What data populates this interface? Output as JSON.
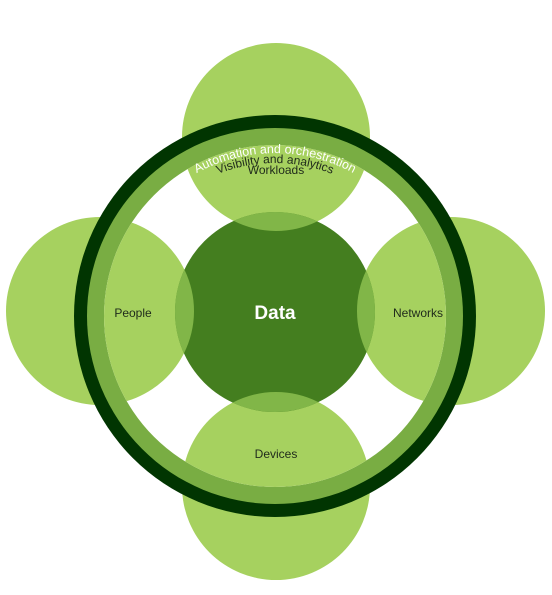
{
  "diagram": {
    "core": "Data",
    "pillars": {
      "top": "Workloads",
      "left": "People",
      "right": "Networks",
      "bottom": "Devices"
    },
    "rings": {
      "outer": "Automation and orchestration",
      "inner": "Visibility and analytics"
    },
    "colors": {
      "light_green": "#a6d15f",
      "overlap_green": "#88bd4c",
      "core_green": "#447e1f",
      "inner_ring_green": "#79ad43",
      "outer_ring_dark": "#013501"
    }
  }
}
